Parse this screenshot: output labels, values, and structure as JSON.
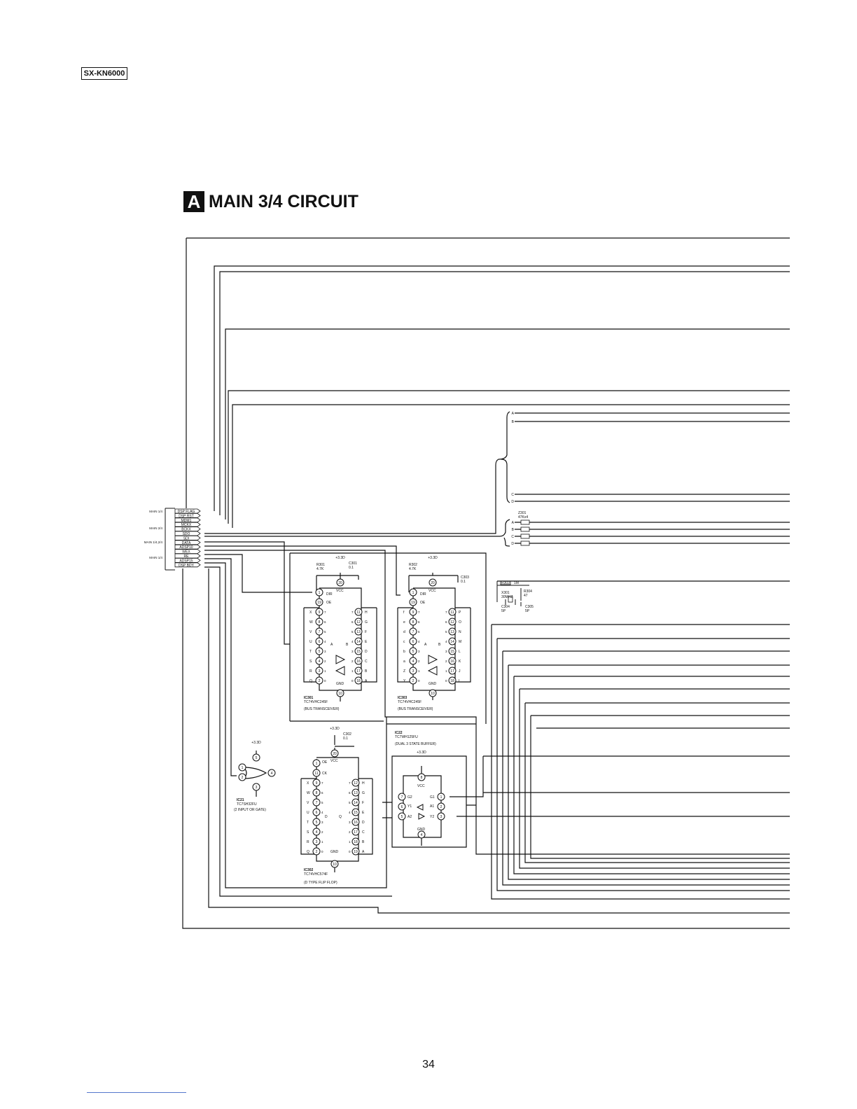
{
  "header": {
    "model": "SX-KN6000"
  },
  "title": {
    "badge": "A",
    "text": "MAIN 3/4 CIRCUIT"
  },
  "connector": {
    "groups": [
      "MAIN 1/4",
      "MAIN 2/4",
      "MAIN 1/4,2/4",
      "MAIN 1/4"
    ],
    "signals": [
      "DSP FLAG",
      "DSP RST",
      "MDM1",
      "MCKX",
      "BCKX",
      "SDO",
      "SDI",
      "DATA",
      "ADSP10",
      "WEX",
      "RE",
      "ADSP15",
      "DSP BDY"
    ]
  },
  "ic301": {
    "name": "IC301",
    "part": "TC74VHC245F",
    "desc": "(BUS TRANSCEIVER)",
    "supply": "+3.3D",
    "r_ref": "R301",
    "r_val": "4.7K",
    "c_ref": "C301",
    "c_val": "0.1",
    "dir_label": "DIR",
    "oe_label": "OE",
    "vcc": "VCC",
    "gnd": "GND",
    "a": "A",
    "b": "B",
    "pin_top": "20",
    "pin_dir": "1",
    "pin_oe": "19",
    "pin_gnd": "10",
    "left_pins": [
      "9",
      "8",
      "7",
      "6",
      "5",
      "4",
      "3",
      "2"
    ],
    "left_labels": [
      "X",
      "W",
      "V",
      "U",
      "T",
      "S",
      "R",
      "Q"
    ],
    "left_idx": [
      "7",
      "6",
      "5",
      "4",
      "3",
      "2",
      "1",
      "0"
    ],
    "right_pins": [
      "11",
      "12",
      "13",
      "14",
      "15",
      "16",
      "17",
      "18"
    ],
    "right_labels": [
      "H",
      "G",
      "F",
      "E",
      "D",
      "C",
      "B",
      "A"
    ],
    "right_idx": [
      "7",
      "6",
      "5",
      "4",
      "3",
      "2",
      "1",
      "0"
    ]
  },
  "ic303": {
    "name": "IC303",
    "part": "TC74VHC245F",
    "desc": "(BUS TRANSCEIVER)",
    "supply": "+3.3D",
    "r_ref": "R302",
    "r_val": "4.7K",
    "c_ref": "C303",
    "c_val": "0.1",
    "dir_label": "DIR",
    "oe_label": "OE",
    "vcc": "VCC",
    "gnd": "GND",
    "a": "A",
    "b": "B",
    "pin_top": "20",
    "pin_dir": "1",
    "pin_oe": "19",
    "pin_gnd": "10",
    "left_pins": [
      "9",
      "8",
      "7",
      "6",
      "5",
      "4",
      "3",
      "2"
    ],
    "left_labels": [
      "f",
      "e",
      "d",
      "c",
      "b",
      "a",
      "Z",
      "Y"
    ],
    "left_idx": [
      "7",
      "6",
      "5",
      "4",
      "3",
      "2",
      "1",
      "0"
    ],
    "right_pins": [
      "11",
      "12",
      "13",
      "14",
      "15",
      "16",
      "17",
      "18"
    ],
    "right_labels": [
      "P",
      "O",
      "N",
      "M",
      "L",
      "K",
      "J",
      "I"
    ],
    "right_idx": [
      "7",
      "6",
      "5",
      "4",
      "3",
      "2",
      "1",
      "0"
    ]
  },
  "ic302": {
    "name": "IC302",
    "part": "TC74VHC574F",
    "desc": "(D TYPE FLIP FLOP)",
    "supply": "+3.3D",
    "c_ref": "C302",
    "c_val": "0.1",
    "oe_label": "OE",
    "ck_label": "CK",
    "vcc": "VCC",
    "gnd": "GND",
    "d": "D",
    "q": "Q",
    "pin_top": "20",
    "pin_oe": "1",
    "pin_ck": "11",
    "pin_gnd": "10",
    "left_pins": [
      "9",
      "8",
      "7",
      "6",
      "5",
      "4",
      "3",
      "2"
    ],
    "left_labels": [
      "X",
      "W",
      "V",
      "U",
      "T",
      "S",
      "R",
      "Q"
    ],
    "left_idx": [
      "7",
      "6",
      "5",
      "4",
      "3",
      "2",
      "1",
      "0"
    ],
    "right_pins": [
      "12",
      "13",
      "14",
      "15",
      "16",
      "17",
      "18",
      "19"
    ],
    "right_labels": [
      "H",
      "G",
      "F",
      "E",
      "D",
      "C",
      "B",
      "A"
    ],
    "right_idx": [
      "7",
      "6",
      "5",
      "4",
      "3",
      "2",
      "1",
      "0"
    ]
  },
  "ic21": {
    "name": "IC21",
    "part": "TC7SH32FU",
    "desc": "(2 INPUT OR GATE)",
    "supply": "+3.3D",
    "pins": [
      "5",
      "1",
      "2",
      "4",
      "3"
    ]
  },
  "ic22": {
    "name": "IC22",
    "part": "TC7WH125FU",
    "desc": "(DUAL 3 STATE BUFFER)",
    "supply": "+3.3D",
    "vcc": "VCC",
    "gnd": "GND",
    "g2": "G2",
    "g1": "G1",
    "y1": "Y1",
    "a1": "A1",
    "a2": "A2",
    "y2": "Y2",
    "pins": [
      "8",
      "7",
      "6",
      "5",
      "1",
      "2",
      "3",
      "4"
    ]
  },
  "z301": {
    "ref": "Z301",
    "val": "47Kx4",
    "labels": [
      "A",
      "B",
      "C",
      "D"
    ]
  },
  "bus_top": {
    "labels": [
      "A",
      "B",
      "C",
      "D"
    ]
  },
  "osc": {
    "r303": "R303",
    "r303_val": "1M",
    "x301": "X301",
    "x301_val": "30MHZ",
    "r304": "R304",
    "r304_val": "47",
    "c304": "C304",
    "c304_val": "5P",
    "c305": "C305",
    "c305_val": "5P"
  },
  "footer": {
    "page": "34"
  }
}
